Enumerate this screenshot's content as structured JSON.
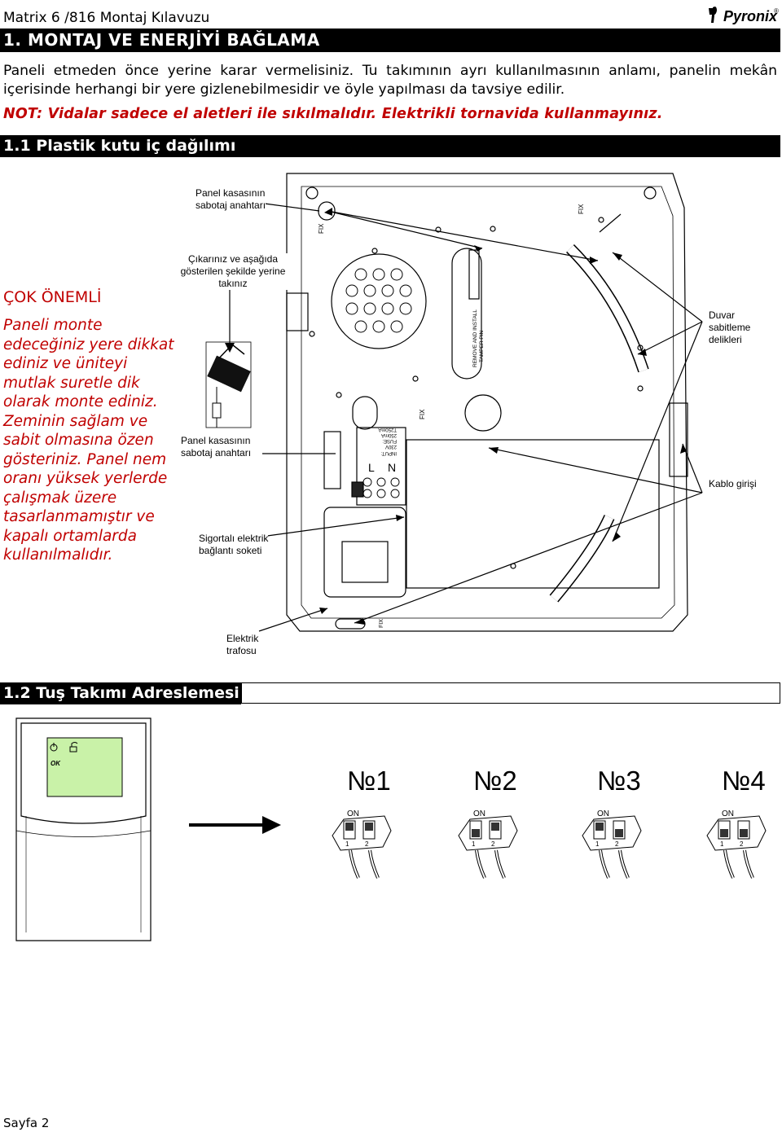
{
  "header": {
    "doc_title": "Matrix 6 /816 Montaj Kılavuzu",
    "logo_text": "Pyronix"
  },
  "section1": {
    "heading": "1. MONTAJ VE ENERJİYİ BAĞLAMA",
    "paragraph": "Paneli etmeden önce yerine karar vermelisiniz. Tu takımının ayrı kullanılmasının anlamı, panelin mekân içerisinde herhangi bir yere gizlenebilmesidir ve öyle yapılması da tavsiye edilir.",
    "note": "NOT: Vidalar sadece el aletleri ile sıkılmalıdır. Elektrikli tornavida kullanmayınız."
  },
  "section1_1": {
    "heading": "1.1 Plastik kutu iç dağılımı",
    "warning_title": "ÇOK ÖNEMLİ",
    "warning_body": "Paneli monte edeceğiniz yere dikkat ediniz ve üniteyi mutlak suretle dik olarak monte ediniz. Zeminin sağlam ve sabit olmasına özen gösteriniz. Panel nem oranı yüksek yerlerde çalışmak üzere tasarlanmamıştır ve kapalı ortamlarda kullanılmalıdır.",
    "labels": {
      "tamper_top_1": "Panel kasasının",
      "tamper_top_2": "sabotaj anahtarı",
      "remove_1": "Çıkarınız ve aşağıda",
      "remove_2": "gösterilen şekilde yerine",
      "remove_3": "takınız",
      "tamper_mid_1": "Panel kasasının",
      "tamper_mid_2": "sabotaj anahtarı",
      "fuse_1": "Sigortalı elektrik",
      "fuse_2": "bağlantı soketi",
      "trafo_1": "Elektrik",
      "trafo_2": "trafosu",
      "wall_1": "Duvar",
      "wall_2": "sabitleme",
      "wall_3": "delikleri",
      "cable": "Kablo girişi"
    },
    "pcb_text": {
      "fix": "FIX",
      "remove_install": "REMOVE AND INSTALL",
      "tamper_pin": "TAMPER PIN",
      "input": "INPUT:",
      "voltage": "230V",
      "fuse": "FUSE:",
      "fuse_value": "250mA",
      "t_value": "T250mA",
      "n": "N",
      "l": "L"
    }
  },
  "section1_2": {
    "heading": "1.2 Tuş Takımı Adreslemesi",
    "keypad_ok": "OK",
    "switches": [
      {
        "label": "№1",
        "on": "ON",
        "sw1": "1",
        "sw2": "2"
      },
      {
        "label": "№2",
        "on": "ON",
        "sw1": "1",
        "sw2": "2"
      },
      {
        "label": "№3",
        "on": "ON",
        "sw1": "1",
        "sw2": "2"
      },
      {
        "label": "№4",
        "on": "ON",
        "sw1": "1",
        "sw2": "2"
      }
    ]
  },
  "footer": {
    "page": "Sayfa 2"
  },
  "colors": {
    "accent_red": "#c00000",
    "bar_black": "#000000",
    "lcd_green": "#c9f2a8"
  }
}
